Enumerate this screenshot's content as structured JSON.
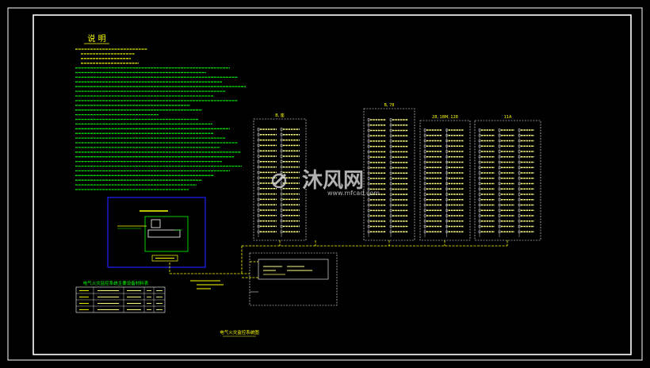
{
  "notes": {
    "heading": "说 明"
  },
  "blocks": [
    {
      "label": "B, 座"
    },
    {
      "label": "B, 78"
    },
    {
      "label": "28, 18M, 128"
    },
    {
      "label": "11A"
    }
  ],
  "table": {
    "title": "电气火灾监控系统主要设备材料表"
  },
  "diagram_caption": "电气火灾监控系统图",
  "watermark": {
    "text": "沐风网",
    "url": "www.mfcad.com"
  },
  "colors": {
    "background": "#000000",
    "frame": "#ffffff",
    "annotation": "#ffff00",
    "device_text": "#ffff80",
    "notes_text": "#00ff00",
    "panel_border": "#2020ff",
    "panel_inner": "#00ff00",
    "cabinet": "#ffffff"
  }
}
